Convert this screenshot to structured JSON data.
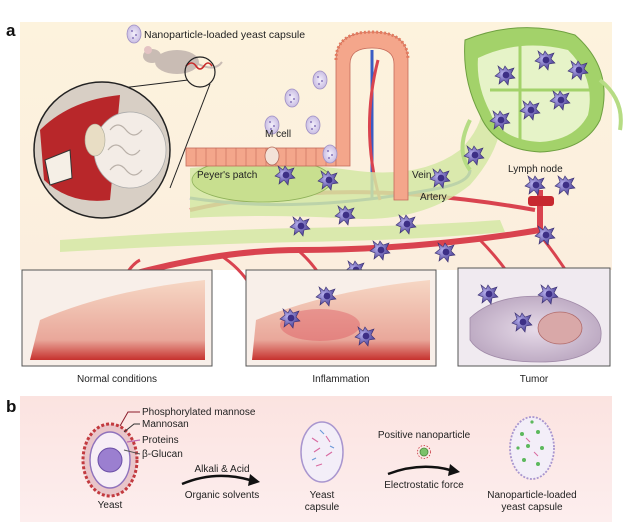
{
  "panel_a": {
    "letter": "a",
    "labels": {
      "capsule": "Nanoparticle-loaded yeast capsule",
      "m_cell": "M cell",
      "peyers_patch": "Peyer's patch",
      "vein": "Vein",
      "artery": "Artery",
      "lymph_node": "Lymph node"
    },
    "boxes": [
      "Normal conditions",
      "Inflammation",
      "Tumor"
    ]
  },
  "panel_b": {
    "letter": "b",
    "layers": [
      "Phosphorylated mannose",
      "Mannosan",
      "Proteins",
      "β-Glucan"
    ],
    "yeast": "Yeast",
    "step1_top": "Alkali & Acid",
    "step1_bottom": "Organic solvents",
    "yeast_capsule": [
      "Yeast",
      "capsule"
    ],
    "step2_top": "Positive nanoparticle",
    "step2_bottom": "Electrostatic force",
    "loaded": [
      "Nanoparticle-loaded",
      "yeast capsule"
    ]
  },
  "colors": {
    "bg_top": "#fdf2dc",
    "bg_bottom": "#fbe6e6",
    "tissue_green": "#d4e8a4",
    "artery_red": "#d9434f",
    "vein_blue": "#3a5cc4",
    "macrophage": "#6a5bb5"
  }
}
